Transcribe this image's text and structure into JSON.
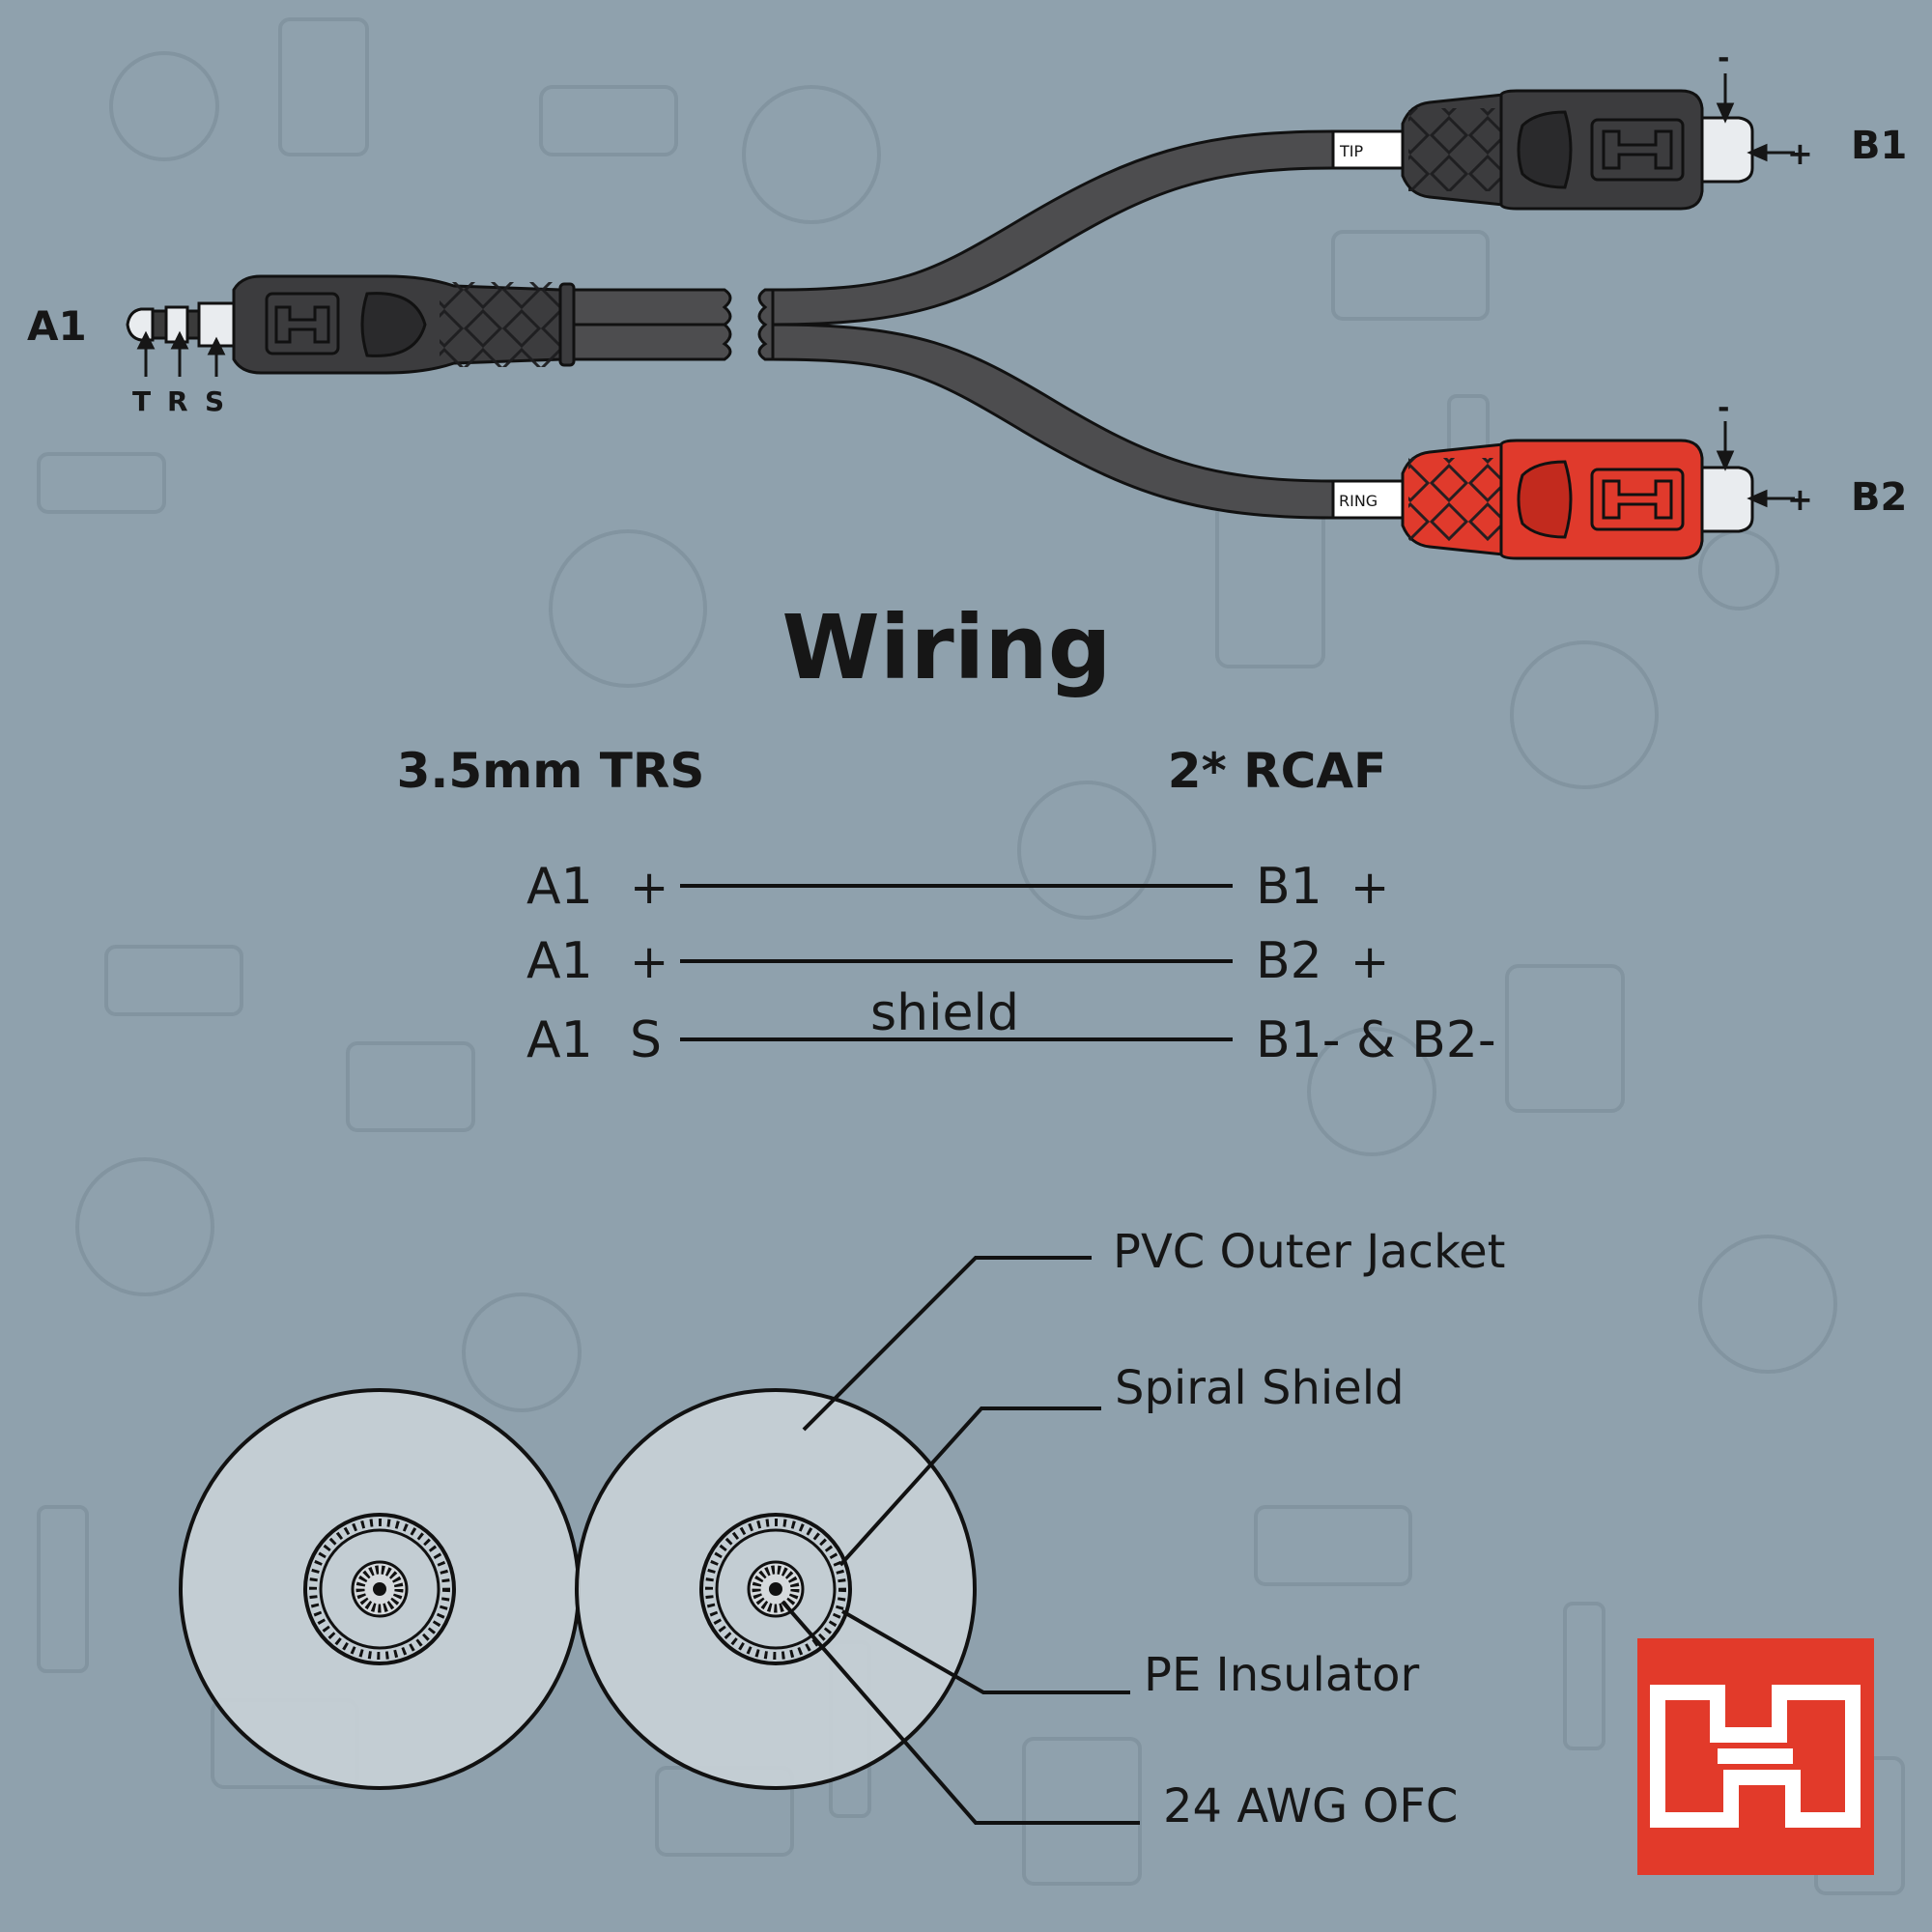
{
  "connector_labels": {
    "a1": "A1",
    "t": "T",
    "r": "R",
    "s": "S",
    "b1": "B1",
    "b2": "B2",
    "tip_band": "TIP",
    "ring_band": "RING",
    "minus": "-",
    "plus": "+"
  },
  "wiring": {
    "title": "Wiring",
    "left_header": "3.5mm TRS",
    "right_header": "2* RCAF",
    "rows": [
      {
        "left_pin": "A1",
        "left_sign": "+",
        "right_pin": "B1",
        "right_sign": "+",
        "wire_label": ""
      },
      {
        "left_pin": "A1",
        "left_sign": "+",
        "right_pin": "B2",
        "right_sign": "+",
        "wire_label": ""
      },
      {
        "left_pin": "A1",
        "left_sign": "S",
        "right_pin": "B1- & B2-",
        "right_sign": "",
        "wire_label": "shield"
      }
    ]
  },
  "cross_section": {
    "callouts": [
      {
        "label": "PVC Outer Jacket"
      },
      {
        "label": "Spiral Shield"
      },
      {
        "label": "PE Insulator"
      },
      {
        "label": "24 AWG OFC"
      }
    ]
  },
  "colors": {
    "background": "#8fa1ad",
    "cable": "#4d4d4f",
    "connector_black": "#3c3c3e",
    "connector_red": "#e03a2c",
    "logo_red": "#e23a2a",
    "section_fill": "#c8d0d6"
  },
  "logo": {
    "icon": "hosa-logo"
  }
}
